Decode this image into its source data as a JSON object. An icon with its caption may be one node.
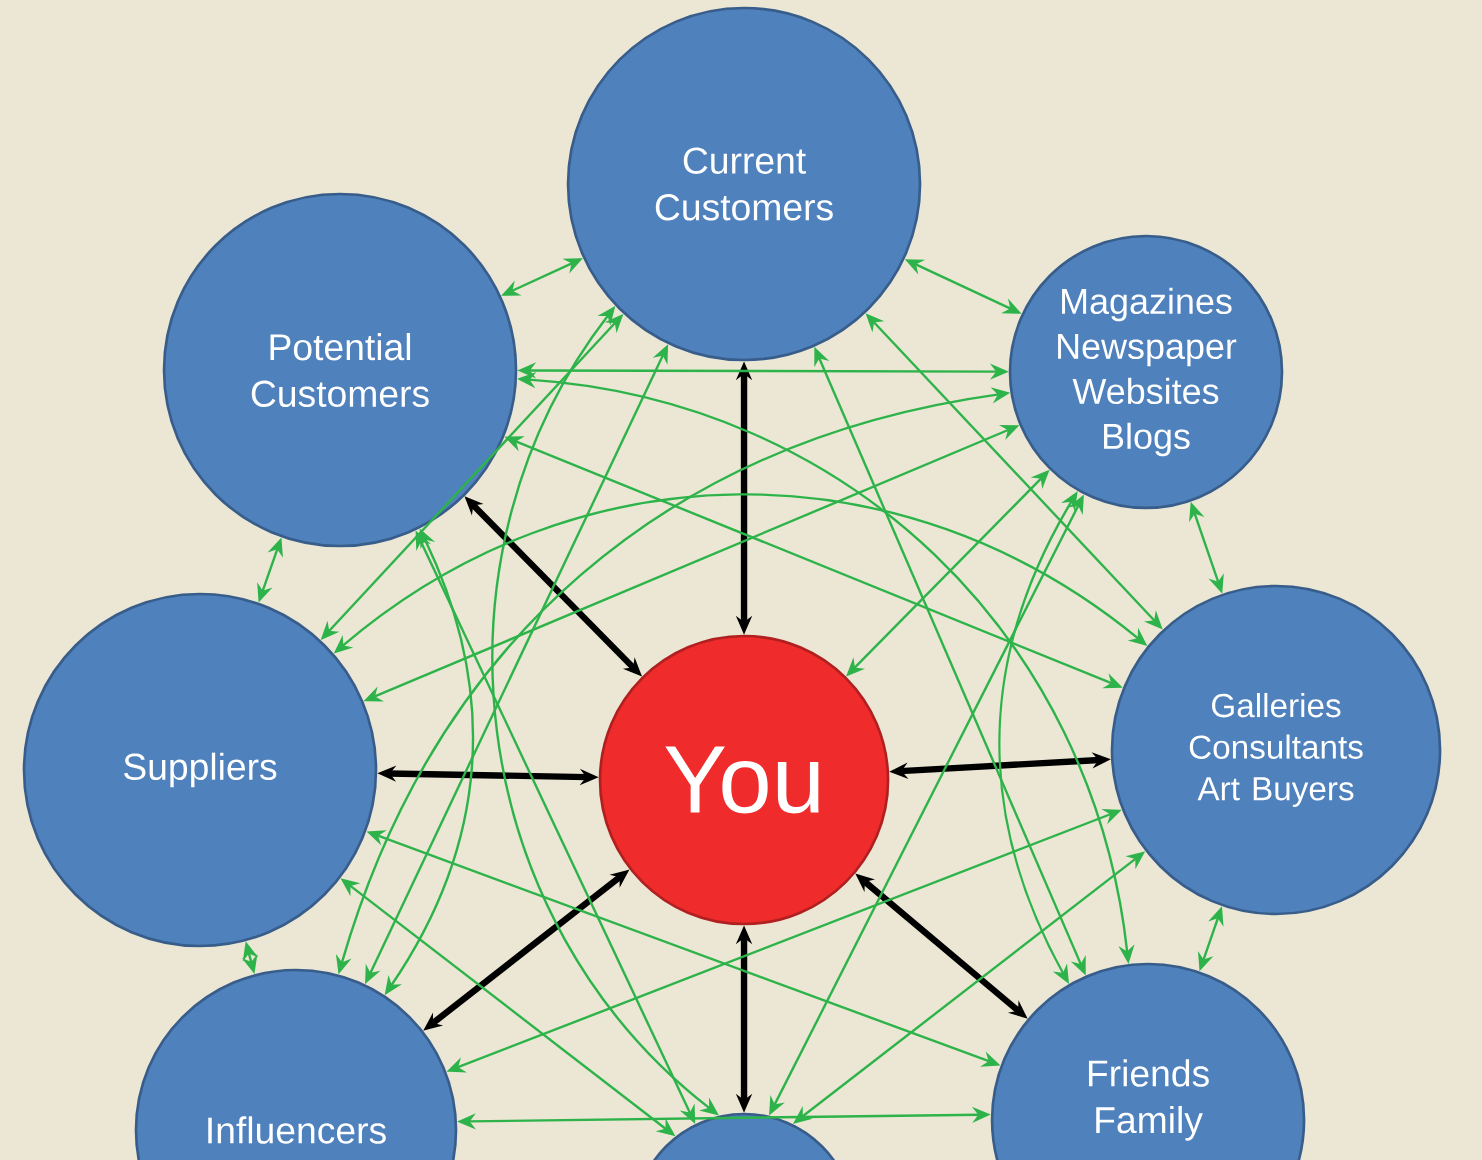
{
  "diagram": {
    "nodes": [
      {
        "text": [
          "Current Customers"
        ]
      },
      {
        "text": [
          "Potential Customers"
        ]
      },
      {
        "text": [
          "Magazines Newspaper Websites Blogs"
        ]
      },
      {
        "text": [
          "Suppliers"
        ]
      },
      {
        "text": [
          "You"
        ]
      },
      {
        "text": [
          "Galleries Consultants Art Buyers"
        ]
      },
      {
        "text": [
          "Influencers"
        ]
      },
      {
        "text": [
          "Friends Family"
        ]
      },
      {
        "text": [],
        "shape": "circle"
      }
    ],
    "edges": [
      {
        "from": 4,
        "to": 0,
        "arrow": "both",
        "style": "thick",
        "color": "#000000"
      },
      {
        "from": 4,
        "to": 1,
        "arrow": "both",
        "style": "thick",
        "color": "#000000"
      },
      {
        "from": 4,
        "to": 3,
        "arrow": "both",
        "style": "thick",
        "color": "#000000"
      },
      {
        "from": 4,
        "to": 5,
        "arrow": "both",
        "style": "thick",
        "color": "#000000"
      },
      {
        "from": 4,
        "to": 6,
        "arrow": "both",
        "style": "thick",
        "color": "#000000"
      },
      {
        "from": 4,
        "to": 7,
        "arrow": "both",
        "style": "thick",
        "color": "#000000"
      },
      {
        "from": 4,
        "to": 8,
        "arrow": "both",
        "style": "thick",
        "color": "#000000"
      },
      {
        "from": 2,
        "to": 4,
        "arrow": "both"
      },
      {
        "from": 0,
        "to": 1,
        "arrow": "both"
      },
      {
        "from": 0,
        "to": 2,
        "arrow": "both"
      },
      {
        "from": 0,
        "to": 3,
        "arrow": "both"
      },
      {
        "from": 0,
        "to": 5,
        "arrow": "both"
      },
      {
        "from": 0,
        "to": 6,
        "arrow": "both"
      },
      {
        "from": 0,
        "to": 7,
        "arrow": "both"
      },
      {
        "from": 0,
        "to": 8,
        "arrow": "both"
      },
      {
        "from": 1,
        "to": 2,
        "arrow": "both"
      },
      {
        "from": 1,
        "to": 3,
        "arrow": "both"
      },
      {
        "from": 1,
        "to": 5,
        "arrow": "both"
      },
      {
        "from": 1,
        "to": 6,
        "arrow": "both"
      },
      {
        "from": 1,
        "to": 7,
        "arrow": "both"
      },
      {
        "from": 1,
        "to": 8,
        "arrow": "both"
      },
      {
        "from": 2,
        "to": 3,
        "arrow": "both"
      },
      {
        "from": 2,
        "to": 5,
        "arrow": "both"
      },
      {
        "from": 2,
        "to": 6,
        "arrow": "both"
      },
      {
        "from": 2,
        "to": 7,
        "arrow": "both"
      },
      {
        "from": 2,
        "to": 8,
        "arrow": "both"
      },
      {
        "from": 3,
        "to": 5,
        "arrow": "both"
      },
      {
        "from": 3,
        "to": 6,
        "arrow": "both"
      },
      {
        "from": 3,
        "to": 7,
        "arrow": "both"
      },
      {
        "from": 3,
        "to": 8,
        "arrow": "both"
      },
      {
        "from": 5,
        "to": 6,
        "arrow": "both"
      },
      {
        "from": 5,
        "to": 7,
        "arrow": "both"
      },
      {
        "from": 5,
        "to": 8,
        "arrow": "both"
      },
      {
        "from": 6,
        "to": 7,
        "arrow": "both"
      }
    ]
  }
}
